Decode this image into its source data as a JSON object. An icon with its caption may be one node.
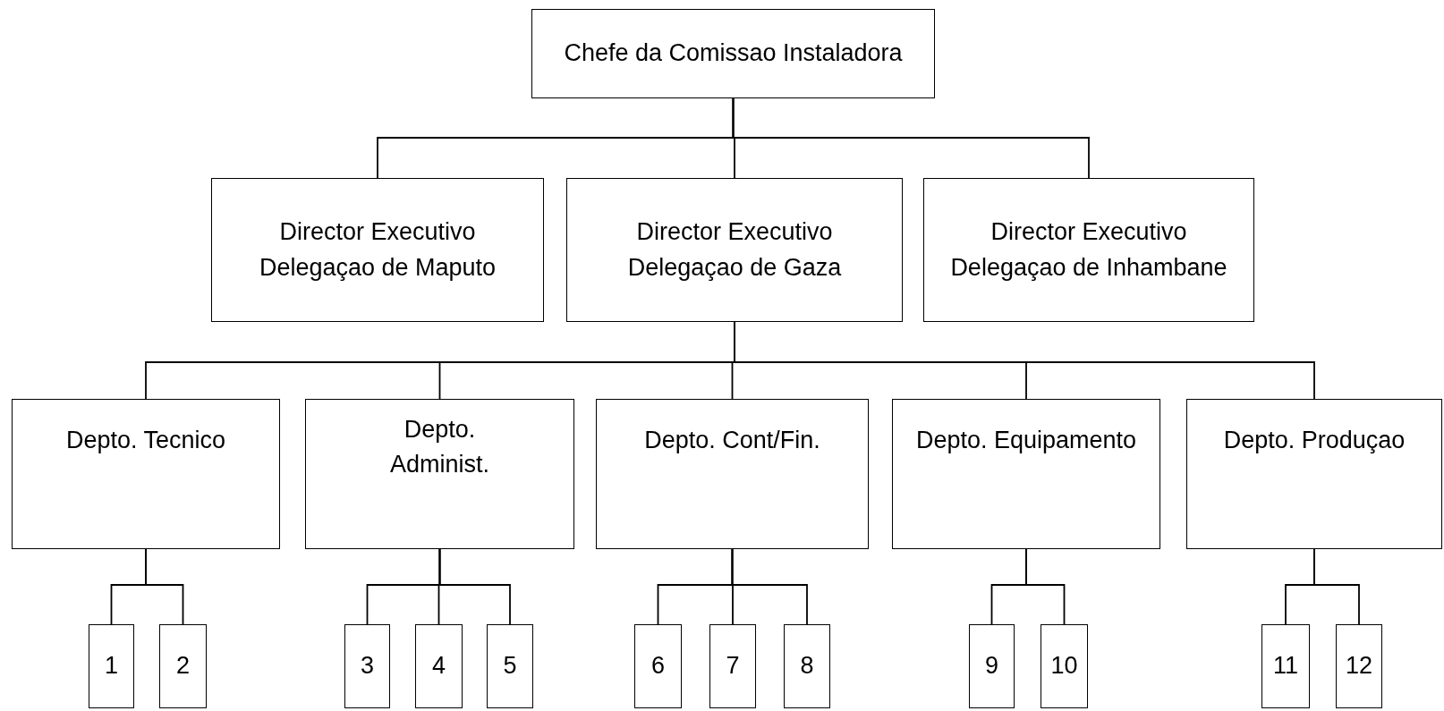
{
  "diagram": {
    "nodes": [
      {
        "text": [
          "Chefe da Comissao Instaladora"
        ]
      },
      {
        "text": [
          "Director Executivo Delegaçao de Maputo"
        ]
      },
      {
        "text": [
          "Director Executivo Delegaçao de Gaza"
        ]
      },
      {
        "text": [
          "Director Executivo Delegaçao de Inhambane"
        ]
      },
      {
        "text": [
          "Depto. Tecnico"
        ]
      },
      {
        "text": [
          "Depto. Administ."
        ]
      },
      {
        "text": [
          "Depto. Cont/Fin."
        ]
      },
      {
        "text": [
          "Depto. Equipamento"
        ]
      },
      {
        "text": [
          "Depto. Produçao"
        ]
      },
      {
        "text": [
          "1"
        ]
      },
      {
        "text": [
          "2"
        ]
      },
      {
        "text": [
          "3"
        ]
      },
      {
        "text": [
          "4"
        ]
      },
      {
        "text": [
          "5"
        ]
      },
      {
        "text": [
          "6"
        ]
      },
      {
        "text": [
          "7"
        ]
      },
      {
        "text": [
          "8"
        ]
      },
      {
        "text": [
          "9"
        ]
      },
      {
        "text": [
          "10"
        ]
      },
      {
        "text": [
          "11"
        ]
      },
      {
        "text": [
          "12"
        ]
      }
    ],
    "edges": [
      {
        "from": 0,
        "to": 1,
        "arrow": "none"
      },
      {
        "from": 0,
        "to": 2,
        "arrow": "none"
      },
      {
        "from": 0,
        "to": 3,
        "arrow": "none"
      },
      {
        "from": 2,
        "to": 4,
        "arrow": "none"
      },
      {
        "from": 2,
        "to": 5,
        "arrow": "none"
      },
      {
        "from": 2,
        "to": 6,
        "arrow": "none"
      },
      {
        "from": 2,
        "to": 7,
        "arrow": "none"
      },
      {
        "from": 2,
        "to": 8,
        "arrow": "none"
      },
      {
        "from": 4,
        "to": 9,
        "arrow": "none"
      },
      {
        "from": 4,
        "to": 10,
        "arrow": "none"
      },
      {
        "from": 5,
        "to": 11,
        "arrow": "none"
      },
      {
        "from": 5,
        "to": 12,
        "arrow": "none"
      },
      {
        "from": 5,
        "to": 13,
        "arrow": "none"
      },
      {
        "from": 6,
        "to": 14,
        "arrow": "none"
      },
      {
        "from": 6,
        "to": 15,
        "arrow": "none"
      },
      {
        "from": 6,
        "to": 16,
        "arrow": "none"
      },
      {
        "from": 7,
        "to": 17,
        "arrow": "none"
      },
      {
        "from": 7,
        "to": 18,
        "arrow": "none"
      },
      {
        "from": 8,
        "to": 19,
        "arrow": "none"
      },
      {
        "from": 8,
        "to": 20,
        "arrow": "none"
      }
    ]
  }
}
